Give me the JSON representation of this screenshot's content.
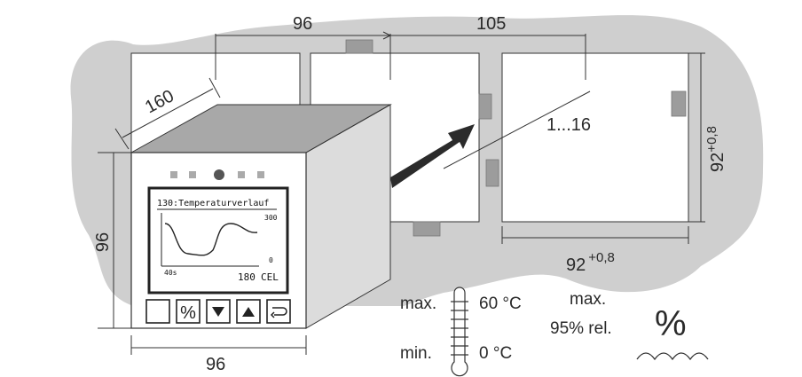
{
  "colors": {
    "background_blob": "#cfcfcf",
    "panel": "#ffffff",
    "tab": "#9c9c9c",
    "housing_top": "#a8a8a8",
    "housing_side": "#dcdcdc",
    "front": "#ffffff",
    "arrow": "#2b2b2b",
    "line": "#333333"
  },
  "dimensions": {
    "top_spacing": "96",
    "top_spacing_second": "105",
    "depth": "160",
    "cutout_count": "1...16",
    "cutout_height_base": "92",
    "cutout_height_tol": "+0,8",
    "cutout_width_base": "92",
    "cutout_width_tol": "+0,8",
    "front_height": "96",
    "front_width": "96"
  },
  "display": {
    "title": "130:Temperaturverlauf",
    "y_max": "300",
    "y_min": "0",
    "x_start": "40s",
    "value": "180",
    "unit": "CEL"
  },
  "keys": [
    {
      "name": "blank-key",
      "glyph": ""
    },
    {
      "name": "manual-percent-key",
      "glyph": "%"
    },
    {
      "name": "down-key",
      "glyph": "▼"
    },
    {
      "name": "up-key",
      "glyph": "▲"
    },
    {
      "name": "enter-key",
      "glyph": "↪"
    }
  ],
  "environment": {
    "temp_max_label": "max.",
    "temp_max_value": "60 °C",
    "temp_min_label": "min.",
    "temp_min_value": "0 °C",
    "humidity_label": "max.",
    "humidity_value": "95% rel.",
    "humidity_symbol": "%"
  },
  "icons": [
    "thermometer-icon",
    "humidity-percent-icon",
    "water-wave-icon",
    "led-indicator-icon"
  ]
}
